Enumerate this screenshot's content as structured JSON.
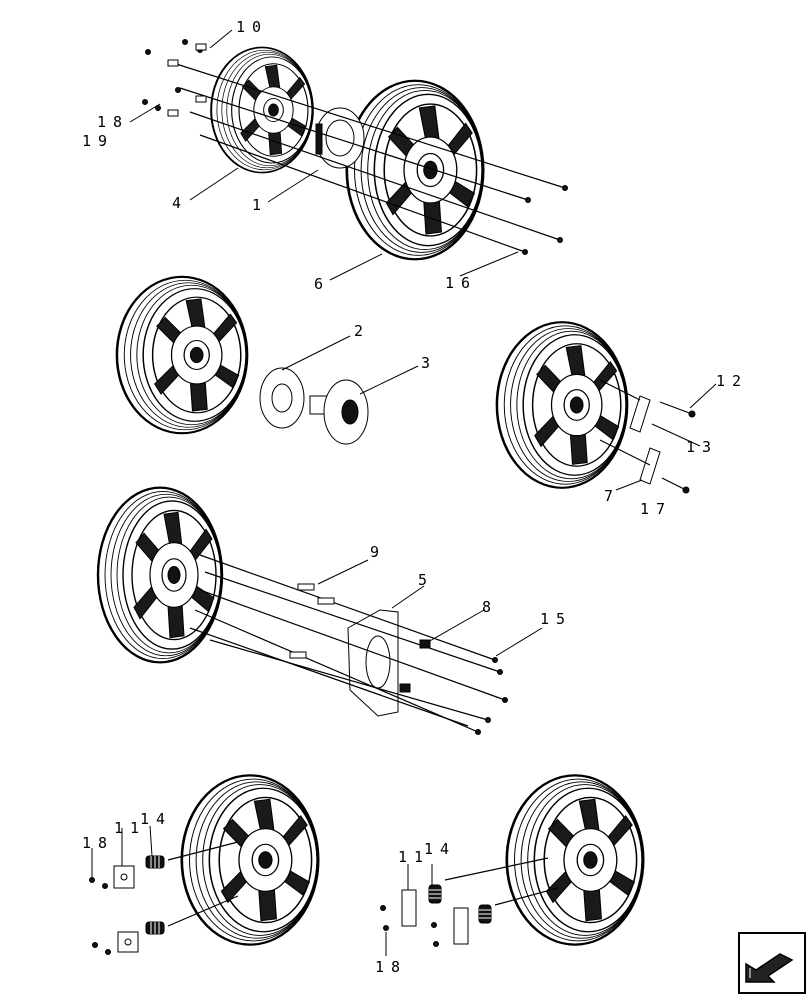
{
  "labels": {
    "l1": "1",
    "l2": "2",
    "l3": "3",
    "l4": "4",
    "l5": "5",
    "l6": "6",
    "l7": "7",
    "l8": "8",
    "l9": "9",
    "l10": "10",
    "l11a": "11",
    "l11b": "11",
    "l12": "12",
    "l13": "13",
    "l14a": "14",
    "l14b": "14",
    "l15": "15",
    "l16": "16",
    "l17": "17",
    "l18a": "18",
    "l18b": "18",
    "l18c": "18",
    "l19": "19"
  },
  "nav": {
    "icon": "return-arrow-icon"
  }
}
